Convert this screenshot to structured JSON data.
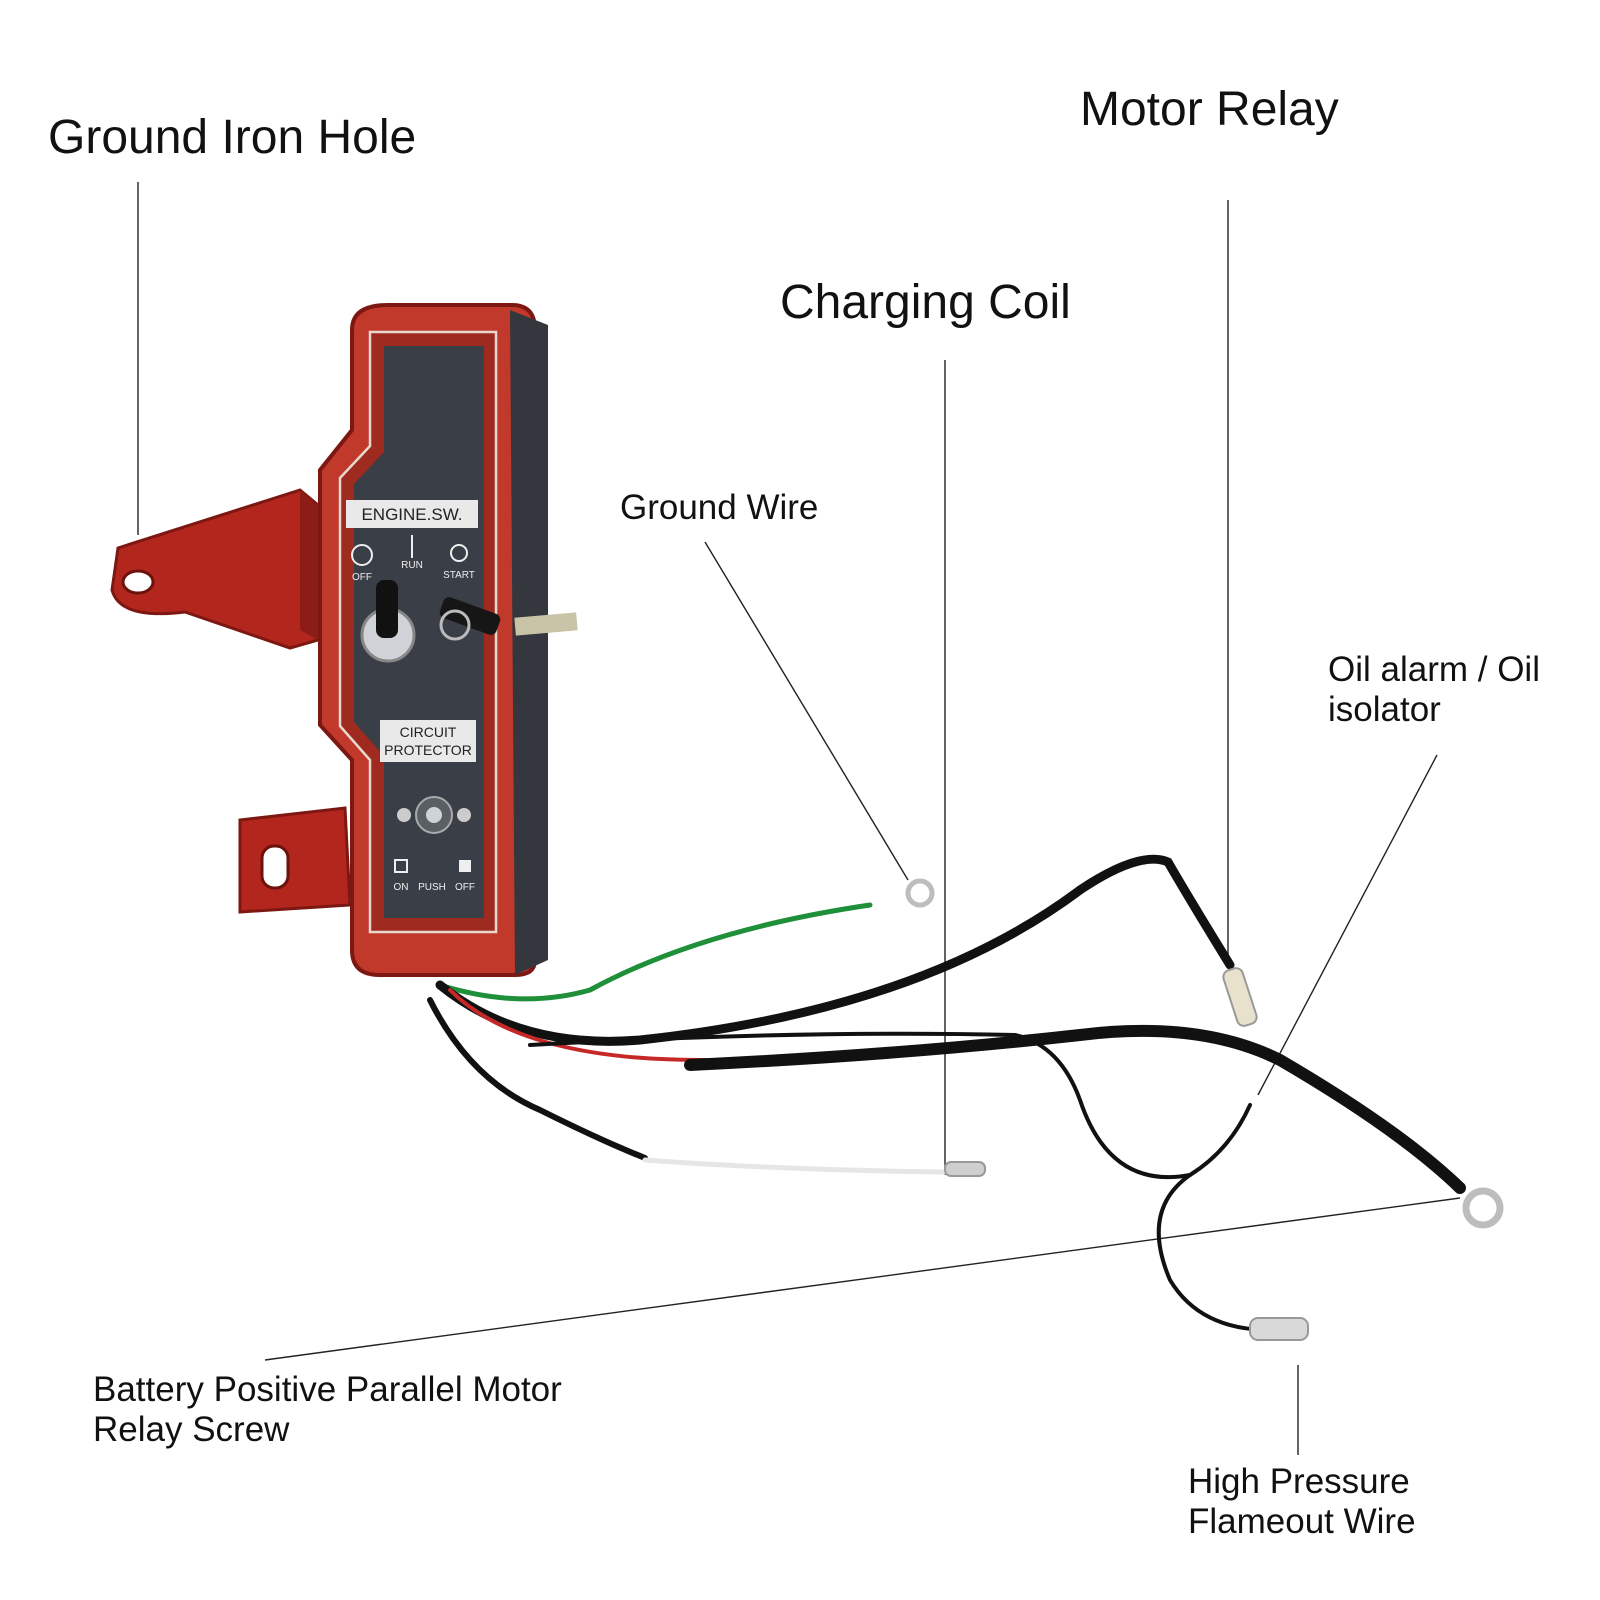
{
  "labels": {
    "ground_iron_hole": "Ground Iron Hole",
    "motor_relay": "Motor Relay",
    "charging_coil": "Charging Coil",
    "ground_wire": "Ground Wire",
    "oil_alarm": [
      "Oil alarm / Oil",
      "isolator"
    ],
    "battery_positive": [
      "Battery Positive Parallel Motor",
      "Relay Screw"
    ],
    "high_pressure": [
      "High Pressure",
      "Flameout Wire"
    ]
  },
  "panel": {
    "engine_sw": "ENGINE.SW.",
    "off": "OFF",
    "run": "RUN",
    "start": "START",
    "circuit_protector": [
      "CIRCUIT",
      "PROTECTOR"
    ],
    "on": "ON",
    "push": "PUSH",
    "off_bottom": "OFF"
  },
  "colors": {
    "housing_red": "#c0392b",
    "panel_dark": "#3a3f47",
    "wire_green": "#1f8f3a",
    "wire_black": "#111111",
    "wire_red": "#c62828",
    "wire_white": "#e6e6e6"
  }
}
